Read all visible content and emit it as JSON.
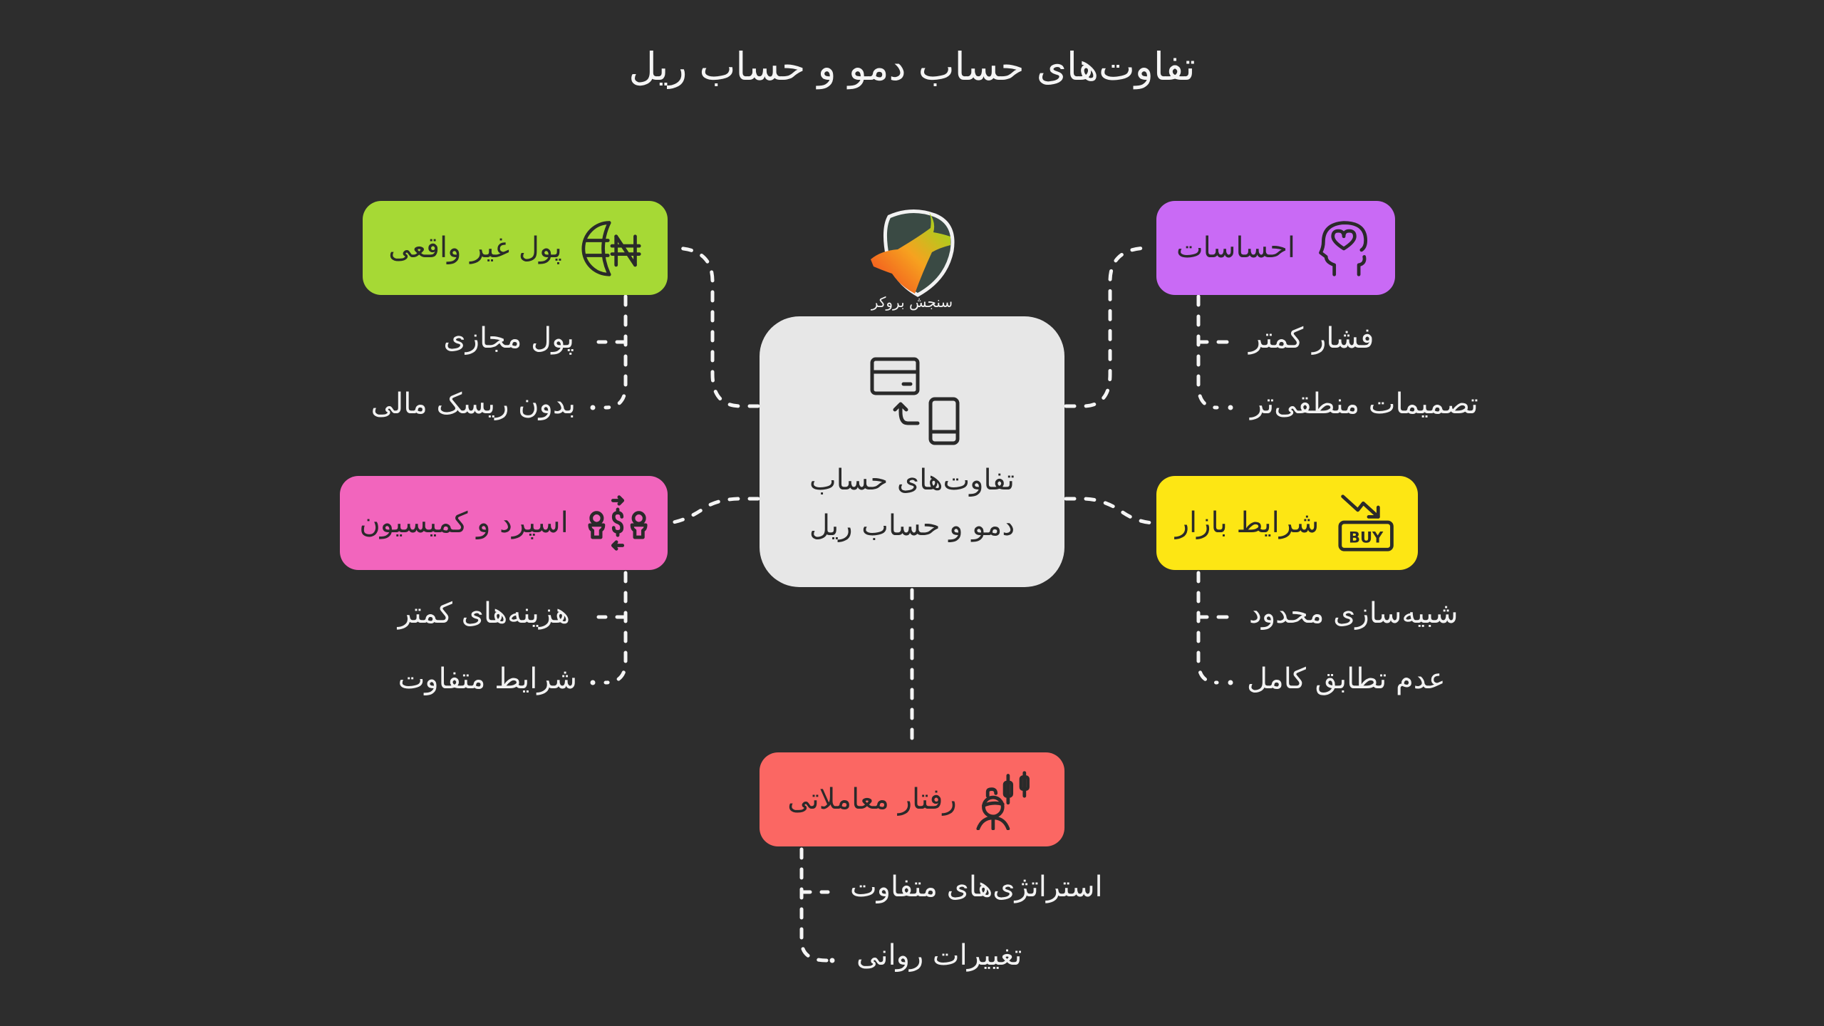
{
  "title": "تفاوت‌های حساب دمو و حساب ریل",
  "logo": {
    "label": "سنجش بروکر",
    "icon": "bull-bear-shield-logo"
  },
  "center": {
    "label_line1": "تفاوت‌های حساب",
    "label_line2": "دمو و حساب ریل",
    "icon": "card-phone-transfer-icon",
    "color": "#e7e7e7"
  },
  "nodes": {
    "unreal_money": {
      "label": "پول غیر واقعی",
      "color": "#a6d935",
      "icon": "globe-naira-icon",
      "items": [
        "پول مجازی",
        "بدون ریسک مالی"
      ]
    },
    "emotions": {
      "label": "احساسات",
      "color": "#c96af5",
      "icon": "head-heart-icon",
      "items": [
        "فشار کمتر",
        "تصمیمات منطقی‌تر"
      ]
    },
    "spread_commission": {
      "label": "اسپرد و کمیسیون",
      "color": "#f265bd",
      "icon": "people-money-exchange-icon",
      "items": [
        "هزینه‌های کمتر",
        "شرایط متفاوت"
      ]
    },
    "market_conditions": {
      "label": "شرایط بازار",
      "color": "#fde614",
      "icon": "buy-sign-down-trend-icon",
      "items": [
        "شبیه‌سازی محدود",
        "عدم تطابق کامل"
      ]
    },
    "trading_behavior": {
      "label": "رفتار معاملاتی",
      "color": "#fb6763",
      "icon": "trader-candlestick-icon",
      "items": [
        "استراتژی‌های متفاوت",
        "تغییرات روانی"
      ]
    }
  },
  "colors": {
    "background": "#2d2d2d",
    "connector": "#f5f5f5",
    "node_text": "#2a2a2a"
  }
}
